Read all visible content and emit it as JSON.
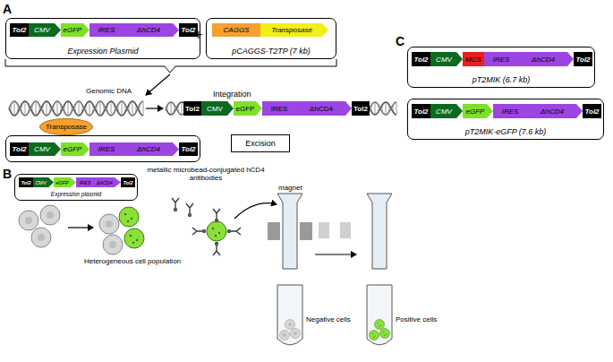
{
  "diagram": {
    "nodes": [
      {
        "text": [
          "Expression Plasmid"
        ]
      },
      {
        "text": [
          "Tol2"
        ],
        "in": 0
      },
      {
        "text": [
          "CMV"
        ],
        "in": 0
      },
      {
        "text": [
          "eGFP"
        ],
        "in": 0
      },
      {
        "text": [
          "IRES"
        ],
        "in": 0
      },
      {
        "text": [
          "ΔhCD4"
        ],
        "in": 0
      },
      {
        "text": [
          "Tol2"
        ],
        "in": 0
      },
      {
        "text": [
          "pCAGGS-T2TP (7 kb)"
        ]
      },
      {
        "text": [
          "CAGGS"
        ],
        "in": 7
      },
      {
        "text": [
          "Transposase"
        ],
        "in": 7
      },
      {
        "text": [
          "Transposase"
        ]
      },
      {
        "text": []
      },
      {
        "text": [
          "Tol2"
        ],
        "in": 11
      },
      {
        "text": [
          "CMV"
        ],
        "in": 11
      },
      {
        "text": [
          "eGFP"
        ],
        "in": 11
      },
      {
        "text": [
          "IRES"
        ],
        "in": 11
      },
      {
        "text": [
          "ΔhCD4"
        ],
        "in": 11
      },
      {
        "text": [
          "Tol2"
        ],
        "in": 11
      },
      {
        "text": [
          "Tol2"
        ]
      },
      {
        "text": [
          "CMV"
        ]
      },
      {
        "text": [
          "eGFP"
        ]
      },
      {
        "text": [
          "IRES"
        ]
      },
      {
        "text": [
          "ΔhCD4"
        ]
      },
      {
        "text": [
          "Tol2"
        ]
      },
      {
        "text": [
          "Excision"
        ]
      },
      {
        "text": [
          "Expression plasmid"
        ]
      },
      {
        "text": [
          "Tol2"
        ],
        "in": 25
      },
      {
        "text": [
          "CMV"
        ],
        "in": 25
      },
      {
        "text": [
          "eGFP"
        ],
        "in": 25
      },
      {
        "text": [
          "IRES"
        ],
        "in": 25
      },
      {
        "text": [
          "ΔhCD4"
        ],
        "in": 25
      },
      {
        "text": [
          "Tol2"
        ],
        "in": 25
      },
      {
        "text": [
          "pT2MIK (6.7 kb)"
        ]
      },
      {
        "text": [
          "Tol2"
        ],
        "in": 32
      },
      {
        "text": [
          "CMV"
        ],
        "in": 32
      },
      {
        "text": [
          "MCS"
        ],
        "in": 32
      },
      {
        "text": [
          "IRES"
        ],
        "in": 32
      },
      {
        "text": [
          "ΔhCD4"
        ],
        "in": 32
      },
      {
        "text": [
          "Tol2"
        ],
        "in": 32
      },
      {
        "text": [
          "pT2MIK-eGFP (7.6 kb)"
        ]
      },
      {
        "text": [
          "Tol2"
        ],
        "in": 39
      },
      {
        "text": [
          "CMV"
        ],
        "in": 39
      },
      {
        "text": [
          "eGFP"
        ],
        "in": 39
      },
      {
        "text": [
          "IRES"
        ],
        "in": 39
      },
      {
        "text": [
          "ΔhCD4"
        ],
        "in": 39
      },
      {
        "text": [
          "Tol2"
        ],
        "in": 39
      }
    ],
    "labels": [
      "A",
      "+",
      "Genomic DNA",
      "Integration",
      "B",
      "metallic microbead-conjugated hCD4 antibodies",
      "Heterogeneous cell population",
      "magnet",
      "Negative cells",
      "Positive cells",
      "C"
    ]
  }
}
